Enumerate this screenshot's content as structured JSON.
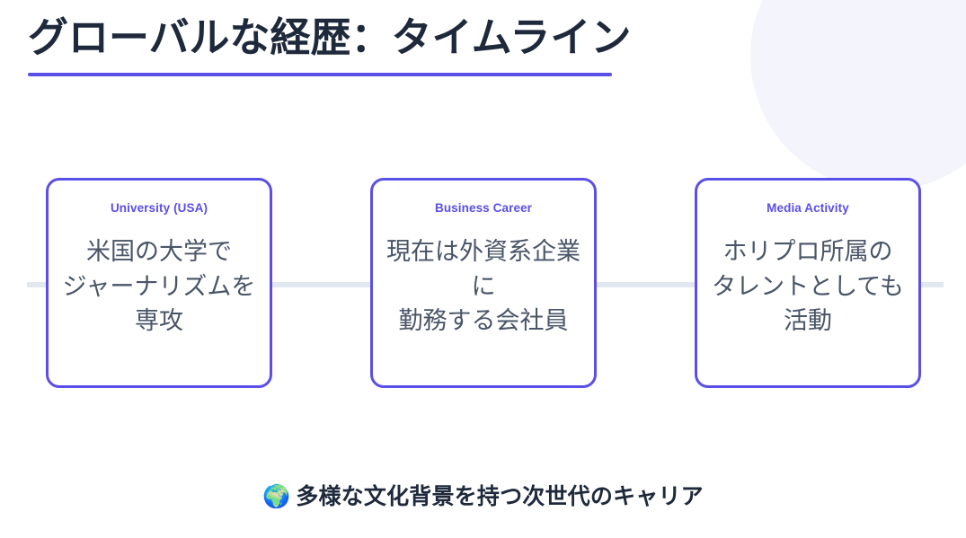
{
  "slide": {
    "title": "グローバルな経歴：タイムライン",
    "accent_color": "#5B4FE8",
    "title_color": "#1E293B",
    "connector_color": "#E2E8F0",
    "body_color": "#4A5568",
    "background_color": "#FFFFFF",
    "blob_color": "#F4F4FC"
  },
  "timeline": {
    "cards": [
      {
        "header": "University (USA)",
        "body": "米国の大学で\nジャーナリズムを\n専攻"
      },
      {
        "header": "Business Career",
        "body": "現在は外資系企業\nに\n勤務する会社員"
      },
      {
        "header": "Media Activity",
        "body": "ホリプロ所属の\nタレントとしても\n活動"
      }
    ]
  },
  "footer": {
    "icon": "🌍",
    "icon_name": "globe-icon",
    "text": "多様な文化背景を持つ次世代のキャリア"
  }
}
